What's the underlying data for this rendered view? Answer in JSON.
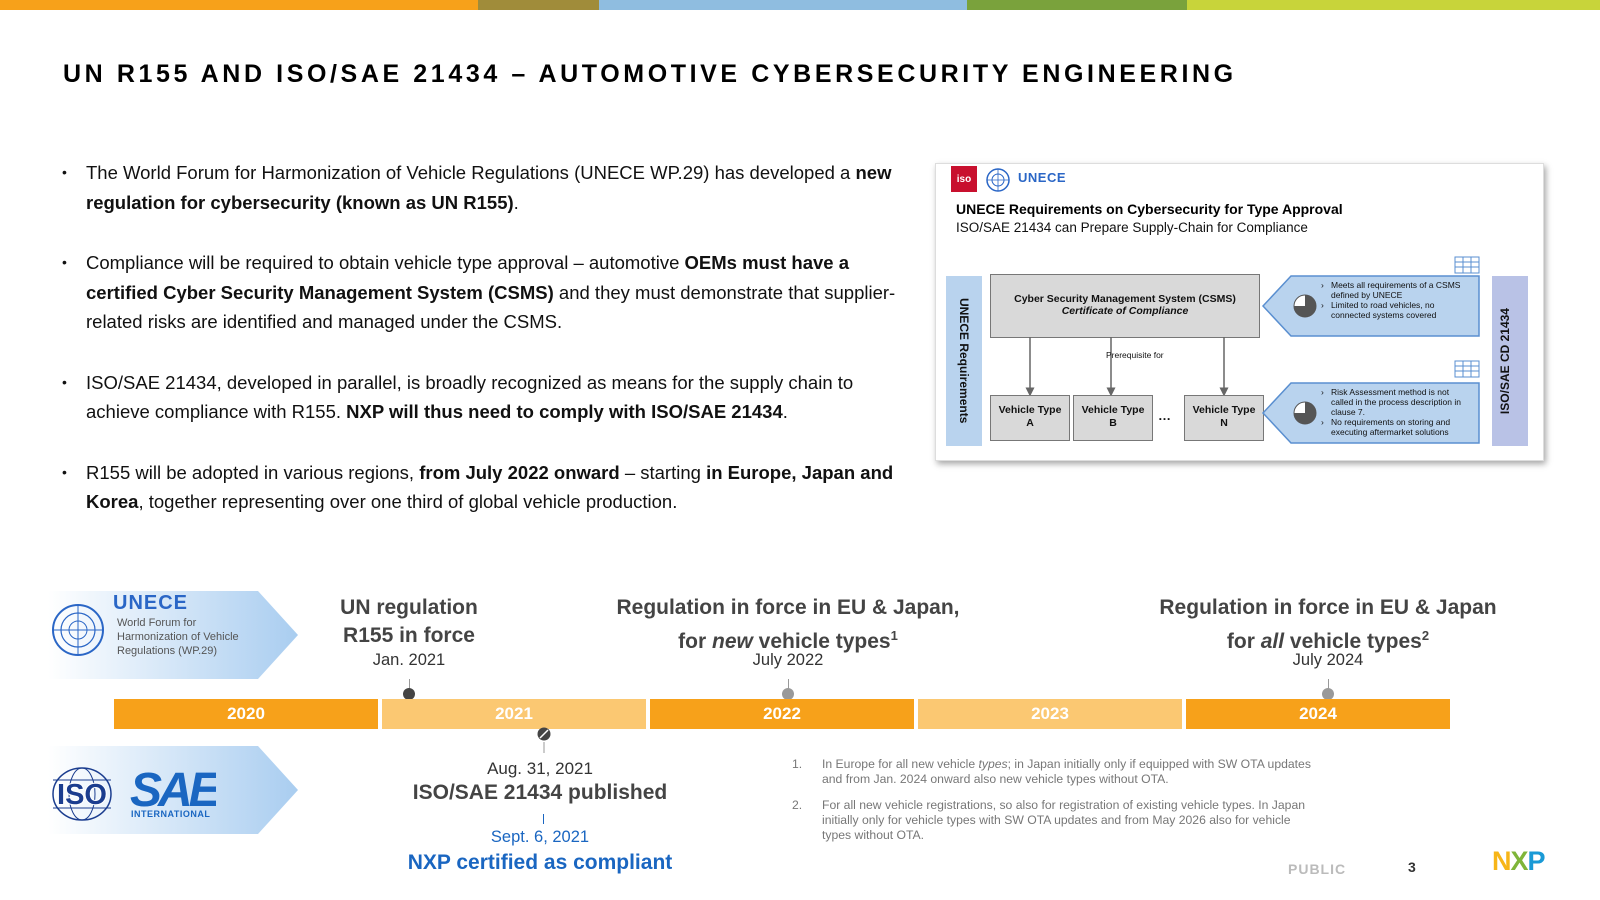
{
  "colors": {
    "topbar": [
      "#f7a11a",
      "#a08c3a",
      "#8fbde0",
      "#7aa23c",
      "#c8d43a"
    ],
    "orange_dark": "#f7a11a",
    "orange_light": "#fbc872",
    "unece_blue": "#2a66c6",
    "nxp_blue": "#1a66c1",
    "milestone_gray": "#444444"
  },
  "title": "UN R155 AND ISO/SAE 21434 – AUTOMOTIVE CYBERSECURITY ENGINEERING",
  "bullets": [
    {
      "parts": [
        {
          "text": "The World Forum for Harmonization of Vehicle Regulations (UNECE WP.29) has developed a ",
          "bold": false
        },
        {
          "text": "new regulation for cybersecurity (known as UN R155)",
          "bold": true
        },
        {
          "text": ".",
          "bold": false
        }
      ]
    },
    {
      "parts": [
        {
          "text": "Compliance will be required to obtain vehicle type approval – automotive ",
          "bold": false
        },
        {
          "text": "OEMs must have a certified Cyber Security Management System (CSMS)",
          "bold": true
        },
        {
          "text": " and they must demonstrate that supplier-related risks are identified and managed under the CSMS.",
          "bold": false
        }
      ]
    },
    {
      "parts": [
        {
          "text": "ISO/SAE 21434, developed in parallel, is broadly recognized as means for the supply chain to achieve compliance with R155. ",
          "bold": false
        },
        {
          "text": "NXP will thus need to comply with ISO/SAE 21434",
          "bold": true
        },
        {
          "text": ".",
          "bold": false
        }
      ]
    },
    {
      "parts": [
        {
          "text": "R155 will be adopted in various regions, ",
          "bold": false
        },
        {
          "text": "from July 2022 onward",
          "bold": true
        },
        {
          "text": " – starting ",
          "bold": false
        },
        {
          "text": "in Europe, Japan and Korea",
          "bold": true
        },
        {
          "text": ", together representing over one third of global vehicle production.",
          "bold": false
        }
      ]
    }
  ],
  "diagram": {
    "iso_badge": "iso",
    "unece_label": "UNECE",
    "title": "UNECE Requirements on Cybersecurity for Type Approval",
    "subtitle": "ISO/SAE 21434 can Prepare Supply-Chain for Compliance",
    "left_band": "UNECE Requirements",
    "right_band": "ISO/SAE CD 21434",
    "csms_line1": "Cyber Security Management System (CSMS)",
    "csms_line2": "Certificate of Compliance",
    "prerequisite": "Prerequisite for",
    "vehicle_types": [
      {
        "line1": "Vehicle Type",
        "line2": "A"
      },
      {
        "line1": "Vehicle Type",
        "line2": "B"
      },
      {
        "line1": "Vehicle Type",
        "line2": "N"
      }
    ],
    "ellipsis": "…",
    "callout_top": [
      "Meets all requirements of a CSMS defined by UNECE",
      "Limited to road vehicles, no connected systems covered"
    ],
    "callout_bottom": [
      "Risk Assessment method is not called in the process description in clause 7.",
      "No requirements on storing and executing aftermarket solutions"
    ]
  },
  "timeline": {
    "unece_logo": "UNECE",
    "unece_desc": [
      "World Forum for",
      "Harmonization of Vehicle",
      "Regulations (WP.29)"
    ],
    "years": [
      {
        "label": "2020",
        "shade": "dark"
      },
      {
        "label": "2021",
        "shade": "light"
      },
      {
        "label": "2022",
        "shade": "dark"
      },
      {
        "label": "2023",
        "shade": "light"
      },
      {
        "label": "2024",
        "shade": "dark"
      }
    ],
    "m1": {
      "line1": "UN regulation",
      "line2": "R155 in force",
      "date": "Jan. 2021"
    },
    "m2": {
      "line1": "Regulation in force in EU & Japan,",
      "line2_pre": "for ",
      "line2_em": "new",
      "line2_post": " vehicle types",
      "sup": "1",
      "date": "July 2022"
    },
    "m3": {
      "line1": "Regulation in force in EU & Japan",
      "line2_pre": "for ",
      "line2_em": "all",
      "line2_post": " vehicle types",
      "sup": "2",
      "date": "July 2024"
    },
    "iso_pub_date": "Aug. 31, 2021",
    "iso_pub_label": "ISO/SAE 21434 published",
    "nxp_date": "Sept. 6, 2021",
    "nxp_label": "NXP certified as compliant",
    "iso_logo": "ISO",
    "sae_logo": "SAE",
    "sae_intl": "INTERNATIONAL"
  },
  "footnotes": [
    {
      "num": "1.",
      "pre": "In Europe for all new vehicle ",
      "em": "types",
      "post": "; in Japan initially only if equipped with SW OTA updates and from Jan. 2024 onward also new vehicle types without OTA."
    },
    {
      "num": "2.",
      "pre": "For all new vehicle registrations, so also for registration of existing vehicle types. In Japan initially only for vehicle types with SW OTA updates and from May 2026 also for vehicle types without OTA.",
      "em": "",
      "post": ""
    }
  ],
  "footer": {
    "classification": "PUBLIC",
    "page": "3",
    "logo": "NXP"
  }
}
